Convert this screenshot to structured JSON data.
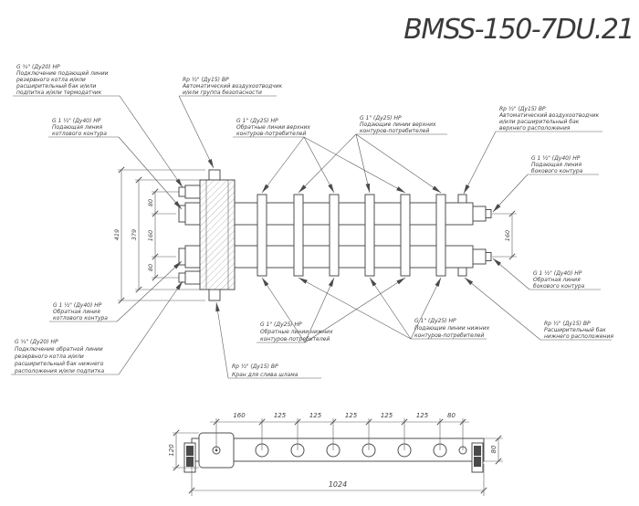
{
  "title": "BMSS-150-7DU.21",
  "callouts": {
    "supply_reserve_boiler_top": [
      "G ¾\" (Ду20) НР",
      "Подключение подающей линии",
      "резервного котла и/или",
      "расширительный бак и/или",
      "подпитка и/или термодатчик"
    ],
    "boiler_supply": [
      "G 1 ½\" (Ду40) НР",
      "Подающая линия",
      "котлового контура"
    ],
    "air_vent_safety_group": [
      "Rp ½\" (Ду15) ВР",
      "Автоматический воздухоотводчик",
      "и/или группа безопасности"
    ],
    "upper_return_lines": [
      "G 1\" (Ду25) НР",
      "Обратные линии верхних",
      "контуров-потребителей"
    ],
    "upper_supply_lines": [
      "G 1\" (Ду25) НР",
      "Подающие линии верхних",
      "контуров-потребителей"
    ],
    "air_vent_upper_tank": [
      "Rp ½\" (Ду15) ВР",
      "Автоматический воздухоотводчик",
      "и/или расширительный бак",
      "верхнего расположения"
    ],
    "side_supply": [
      "G 1 ½\" (Ду40) НР",
      "Подающая линия",
      "бокового контура"
    ],
    "side_return": [
      "G 1 ½\" (Ду40) НР",
      "Обратная линия",
      "бокового контура"
    ],
    "lower_tank": [
      "Rp ½\" (Ду15) ВР",
      "Расширительный бак",
      "нижнего расположения"
    ],
    "boiler_return": [
      "G 1 ½\" (Ду40) НР",
      "Обратная линия",
      "котлового контура"
    ],
    "return_reserve_boiler_bottom": [
      "G ¾\" (Ду20) НР",
      "Подключение обратной линии",
      "резервного котла и/или",
      "расширительный бак нижнего",
      "расположения и/или подпитка"
    ],
    "lower_return_lines": [
      "G 1\" (Ду25) НР",
      "Обратные линии нижних",
      "контуров-потребителей"
    ],
    "drain_valve": [
      "Rp ½\" (Ду15) ВР",
      "Кран для слива шлама"
    ],
    "lower_supply_lines": [
      "G 1\" (Ду25) НР",
      "Подающие линии нижних",
      "контуров-потребителей"
    ]
  },
  "dims": {
    "front": {
      "overall_height": "419",
      "column_height": "379",
      "top_gap": "80",
      "axis_gap": "160",
      "bottom_gap": "80",
      "side_gap": "160"
    },
    "plan": {
      "span_first": "160",
      "span_2": "125",
      "span_3": "125",
      "span_4": "125",
      "span_5": "125",
      "span_6": "125",
      "span_last": "80",
      "overall_length": "1024",
      "block_height": "120",
      "bar_height": "80"
    }
  }
}
